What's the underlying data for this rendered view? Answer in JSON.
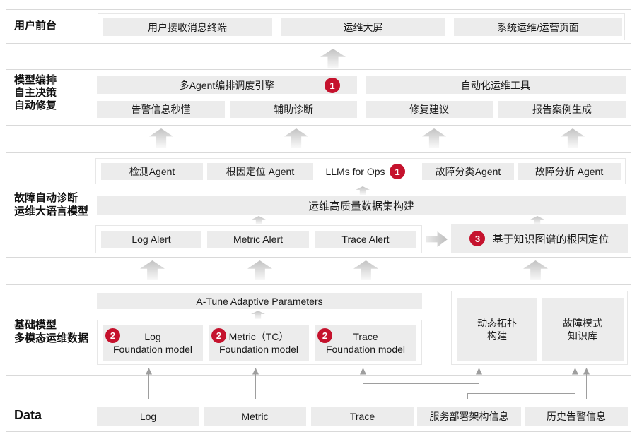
{
  "colors": {
    "badge-red": "#c5122d",
    "box-gray": "#ececec",
    "border-gray": "#d9d9d9"
  },
  "layers": {
    "user_front": {
      "label": "用户前台",
      "boxes": [
        "用户接收消息终端",
        "运维大屏",
        "系统运维/运营页面"
      ]
    },
    "orchestration": {
      "label_lines": [
        "模型编排",
        "自主决策",
        "自动修复"
      ],
      "engine_box": "多Agent编排调度引擎",
      "engine_badge": "1",
      "tools_box": "自动化运维工具",
      "row2": [
        "告警信息秒懂",
        "辅助诊断",
        "修复建议",
        "报告案例生成"
      ]
    },
    "diagnosis": {
      "label_lines": [
        "故障自动诊断",
        "运维大语言模型"
      ],
      "agents": [
        "检测Agent",
        "根因定位 Agent"
      ],
      "llms": {
        "text": "LLMs for Ops",
        "badge": "1"
      },
      "agents2": [
        "故障分类Agent",
        "故障分析 Agent"
      ],
      "dataset_box": "运维高质量数据集构建",
      "alerts": [
        "Log Alert",
        "Metric Alert",
        "Trace Alert"
      ],
      "kg": {
        "badge": "3",
        "text": "基于知识图谱的根因定位"
      }
    },
    "foundation": {
      "label_lines": [
        "基础模型",
        "多模态运维数据"
      ],
      "atune_box": "A-Tune Adaptive Parameters",
      "models": [
        {
          "badge": "2",
          "line1": "Log",
          "line2": "Foundation model"
        },
        {
          "badge": "2",
          "line1": "Metric（TC）",
          "line2": "Foundation model"
        },
        {
          "badge": "2",
          "line1": "Trace",
          "line2": "Foundation model"
        }
      ],
      "knowledge": [
        {
          "line1": "动态拓扑",
          "line2": "构建"
        },
        {
          "line1": "故障模式",
          "line2": "知识库"
        }
      ]
    },
    "data": {
      "label": "Data",
      "boxes": [
        "Log",
        "Metric",
        "Trace",
        "服务部署架构信息",
        "历史告警信息"
      ]
    }
  }
}
